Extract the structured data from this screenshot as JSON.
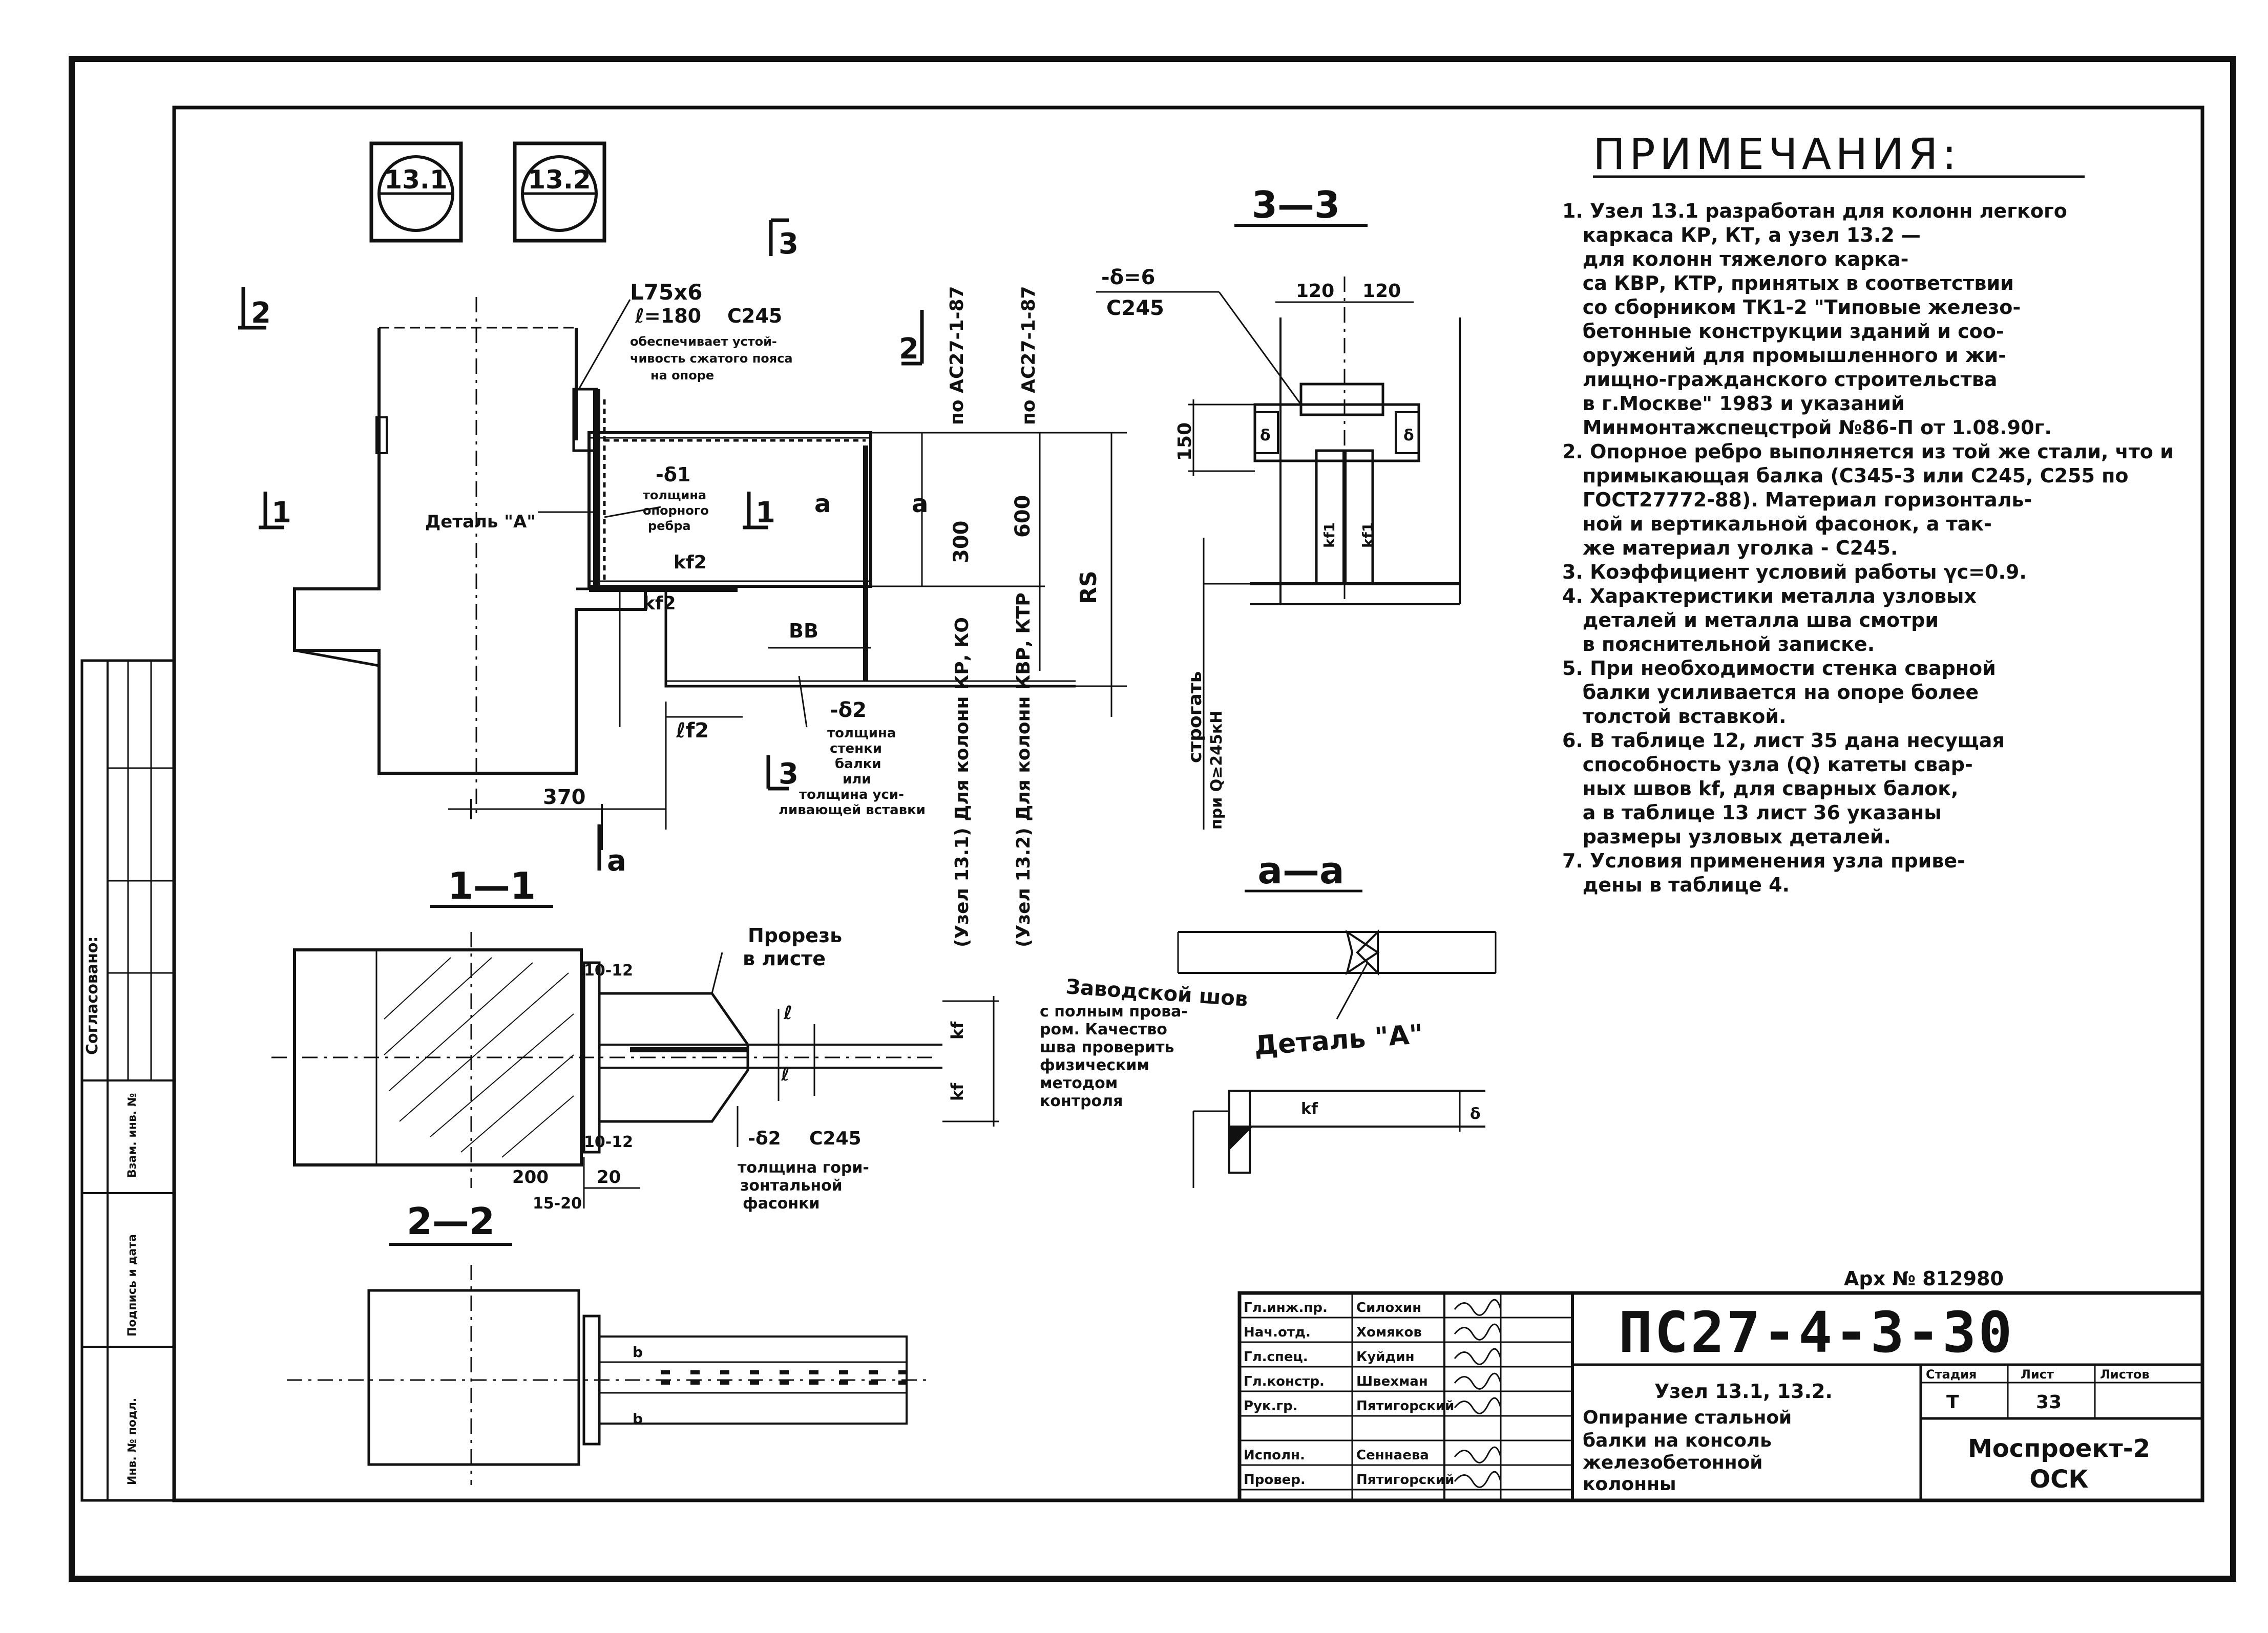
{
  "node_badges": [
    "13.1",
    "13.2"
  ],
  "section_marks": {
    "cut2": "2",
    "cut1_left": "1",
    "cut1_right": "1",
    "cut3_top": "3",
    "cut3_bottom": "3",
    "cut2_right": "2",
    "cut_a_right": "a",
    "cut_a_left": "a",
    "cut_a_bottom": "a"
  },
  "elevation": {
    "angle_size": "L75x6",
    "angle_length": "ℓ=180",
    "angle_steel": "C245",
    "angle_note_lines": [
      "обеспечивает устой-",
      "чивость сжатого пояса",
      "на опоре"
    ],
    "detail_label": "Деталь \"А\"",
    "rib_label": "-δ1",
    "rib_note_lines": [
      "толщина",
      "опорного",
      "ребра"
    ],
    "kf2_top": "kf2",
    "kf2_mid": "kf2",
    "b_label": "BВ",
    "plate_label": "-δ2",
    "plate_note_lines": [
      "толщина",
      "стенки",
      "балки",
      "или",
      "толщина уси-",
      "ливающей вставки"
    ],
    "lf2": "ℓf2",
    "dim_370": "370",
    "dim_300": "300",
    "dim_600": "600",
    "rs_label": "RS",
    "ref_standard_1": "по АС27-1-87",
    "ref_standard_2": "по АС27-1-87",
    "column_note_1": "(Узел 13.1) Для колонн КР, КО",
    "column_note_2": "(Узел 13.2) Для колонн КВР, КТР"
  },
  "section_33": {
    "title": "3—3",
    "plate": "-δ=6",
    "steel": "C245",
    "dim_120_left": "120",
    "dim_120_right": "120",
    "dim_150": "150",
    "weld_left": "kf1",
    "weld_right": "kf1",
    "delta_left": "δ",
    "delta_right": "δ",
    "strogat": "строгать",
    "load_note": "при Q≥245кН"
  },
  "notes": {
    "title": "ПРИМЕЧАНИЯ:",
    "lines": [
      "1. Узел 13.1 разработан для колонн легкого",
      "   каркаса КР, КТ, а узел 13.2 —",
      "   для колонн тяжелого карка-",
      "   са КВР, КТР, принятых в соответствии",
      "   со сборником ТК1-2 \"Типовые железо-",
      "   бетонные конструкции зданий и соо-",
      "   оружений для промышленного и жи-",
      "   лищно-гражданского строительства",
      "   в г.Москве\" 1983 и указаний",
      "   Минмонтажспецстрой №86-П от 1.08.90г.",
      "2. Опорное ребро выполняется из той же стали, что и",
      "   примыкающая балка (С345-3 или С245, С255 по",
      "   ГОСТ27772-88). Материал горизонталь-",
      "   ной и вертикальной фасонок, а так-",
      "   же материал уголка - С245.",
      "3. Коэффициент условий работы γc=0.9.",
      "4. Характеристики металла узловых",
      "   деталей и металла шва смотри",
      "   в пояснительной записке.",
      "5. При необходимости стенка сварной",
      "   балки усиливается на опоре более",
      "   толстой вставкой.",
      "6. В таблице 12, лист 35 дана несущая",
      "   способность узла (Q) катеты свар-",
      "   ных швов kf, для сварных балок,",
      "   а в таблице 13 лист 36 указаны",
      "   размеры узловых деталей.",
      "7. Условия применения узла приве-",
      "   дены в таблице 4."
    ]
  },
  "section_11": {
    "title": "1—1",
    "cut_note_lines": [
      "Прорезь",
      "в листе"
    ],
    "dim_top": "10-12",
    "dim_bottom": "10-12",
    "dim_200": "200",
    "dim_20": "20",
    "dim_15_20": "15-20",
    "plate": "-δ2",
    "steel": "C245",
    "plate_note_lines": [
      "толщина гори-",
      "зонтальной",
      "фасонки"
    ],
    "ell": "ℓ",
    "ell2": "ℓ",
    "kf_upper": "kf",
    "kf_lower": "kf"
  },
  "section_22": {
    "title": "2—2",
    "b_upper": "b",
    "b_lower": "b"
  },
  "section_aa": {
    "title": "a—a"
  },
  "weld_note": {
    "lines": [
      "Заводской шов",
      "с полным прова-",
      "ром. Качество",
      "шва проверить",
      "физическим",
      "методом",
      "контроля"
    ]
  },
  "detail_a": {
    "title": "Деталь \"А\"",
    "kf": "kf",
    "delta": "δ"
  },
  "side_strip": {
    "agreed": "Согласовано:",
    "inv_orig": "Инв. № подл.",
    "sign_date": "Подпись и дата",
    "inv_dupl": "Взам. инв. №"
  },
  "title_block": {
    "archive": "Арх № 812980",
    "code": "ПС27-4-3-30",
    "roles": [
      {
        "role": "Гл.инж.пр.",
        "name": "Силохин"
      },
      {
        "role": "Нач.отд.",
        "name": "Хомяков"
      },
      {
        "role": "Гл.спец.",
        "name": "Куйдин"
      },
      {
        "role": "Гл.констр.",
        "name": "Швехман"
      },
      {
        "role": "Рук.гр.",
        "name": "Пятигорский"
      },
      {
        "role": "",
        "name": ""
      },
      {
        "role": "Исполн.",
        "name": "Сеннаева"
      },
      {
        "role": "Провер.",
        "name": "Пятигорский"
      }
    ],
    "subtitle": "Узел 13.1, 13.2.",
    "desc_lines": [
      "Опирание стальной",
      "балки на консоль",
      "железобетонной",
      "колонны"
    ],
    "col_stage": "Стадия",
    "col_sheet": "Лист",
    "col_sheets": "Листов",
    "stage": "Т",
    "sheet": "33",
    "sheets": "",
    "org_line1": "Моспроект-2",
    "org_line2": "ОСК"
  }
}
